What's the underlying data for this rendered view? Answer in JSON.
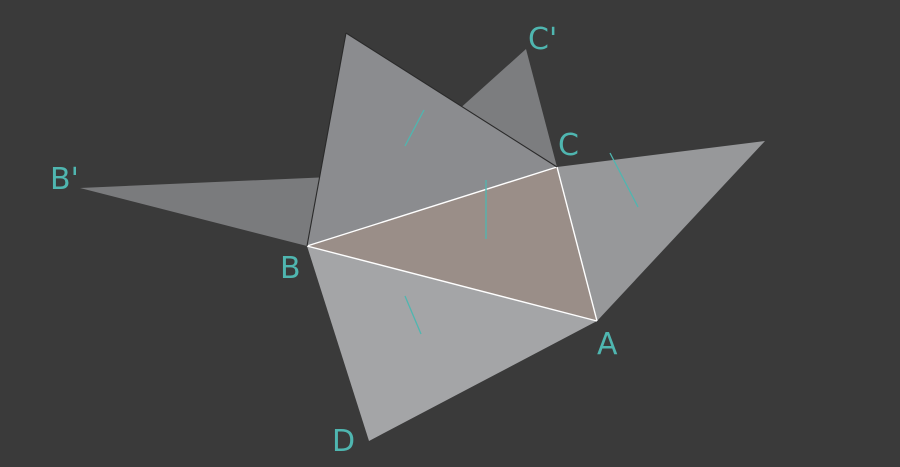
{
  "colors": {
    "background": "#3a3a3a",
    "label": "#4fb6b0",
    "tick": "#4fb6b0",
    "edge_highlight": "#ffffff",
    "edge_dark": "#2a2a2a"
  },
  "diagram": {
    "labels": {
      "A": "A",
      "B": "B",
      "C": "C",
      "D": "D",
      "B_prime": "B'",
      "C_prime": "C'"
    },
    "shapes": [
      {
        "name": "triangle-b-prime",
        "fill": "#7a7b7d"
      },
      {
        "name": "triangle-c-prime",
        "fill": "#7c7d7f"
      },
      {
        "name": "triangle-top",
        "fill": "#8b8c8f"
      },
      {
        "name": "triangle-right",
        "fill": "#97989a"
      },
      {
        "name": "triangle-bottom",
        "fill": "#a4a5a7"
      },
      {
        "name": "triangle-center",
        "fill": "#9a8e88"
      }
    ]
  }
}
